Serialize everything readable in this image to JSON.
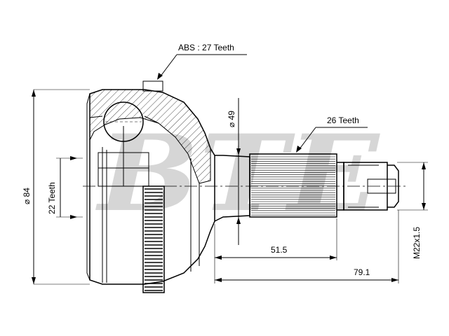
{
  "watermark": "BTE",
  "labels": {
    "abs_teeth": "ABS : 27 Teeth",
    "spline_teeth": "26 Teeth",
    "inner_teeth": "22 Teeth",
    "dia_outer": "⌀ 84",
    "dia_seal": "⌀ 49",
    "len_spline": "51.5",
    "len_total": "79.1",
    "thread": "M22x1.5"
  }
}
